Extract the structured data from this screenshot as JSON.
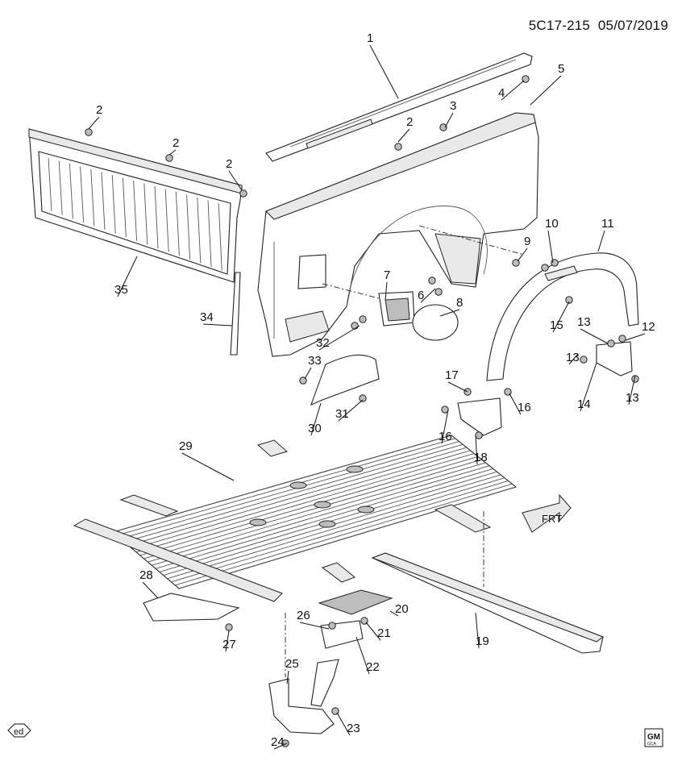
{
  "header": {
    "code": "5C17-215",
    "date": "05/07/2019"
  },
  "callouts": [
    "1",
    "2",
    "2",
    "2",
    "2",
    "3",
    "4",
    "5",
    "6",
    "7",
    "8",
    "9",
    "10",
    "11",
    "12",
    "13",
    "13",
    "13",
    "14",
    "15",
    "16",
    "16",
    "17",
    "18",
    "19",
    "20",
    "21",
    "22",
    "23",
    "24",
    "25",
    "26",
    "27",
    "28",
    "29",
    "30",
    "31",
    "32",
    "33",
    "34",
    "35"
  ],
  "direction_label": "FRT",
  "footer": {
    "ed_mark": "ed",
    "gm_line1": "GM",
    "gm_line2": "GCA"
  },
  "colors": {
    "ink": "#111111",
    "panel": "#ffffff",
    "shade": "#bdbdbd"
  }
}
